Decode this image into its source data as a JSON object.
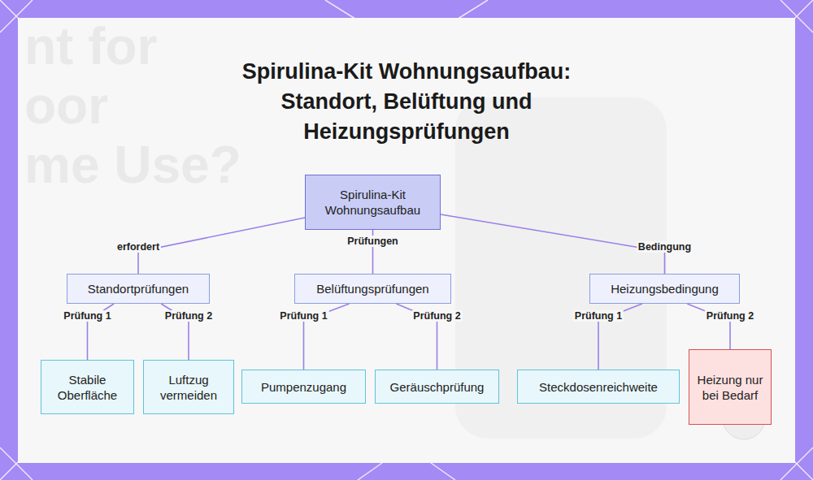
{
  "diagram": {
    "title": "Spirulina-Kit Wohnungsaufbau: Standort, Belüftung und Heizungsprüfungen",
    "nodes": [
      {
        "text": [
          "Spirulina-Kit Wohnungsaufbau"
        ]
      },
      {
        "text": [
          "Standortprüfungen"
        ]
      },
      {
        "text": [
          "Belüftungsprüfungen"
        ]
      },
      {
        "text": [
          "Heizungsbedingung"
        ]
      },
      {
        "text": [
          "Stabile Oberfläche"
        ]
      },
      {
        "text": [
          "Luftzug vermeiden"
        ]
      },
      {
        "text": [
          "Pumpenzugang"
        ]
      },
      {
        "text": [
          "Geräuschprüfung"
        ]
      },
      {
        "text": [
          "Steckdosenreichweite"
        ]
      },
      {
        "text": [
          "Heizung nur bei Bedarf"
        ]
      }
    ],
    "edges": [
      {
        "from": 0,
        "to": 1,
        "label": "erfordert",
        "arrow": "none"
      },
      {
        "from": 0,
        "to": 2,
        "label": "Prüfungen",
        "arrow": "none"
      },
      {
        "from": 0,
        "to": 3,
        "label": "Bedingung",
        "arrow": "none"
      },
      {
        "from": 1,
        "to": 4,
        "label": "Prüfung 1",
        "arrow": "none"
      },
      {
        "from": 1,
        "to": 5,
        "label": "Prüfung 2",
        "arrow": "none"
      },
      {
        "from": 2,
        "to": 6,
        "label": "Prüfung 1",
        "arrow": "none"
      },
      {
        "from": 2,
        "to": 7,
        "label": "Prüfung 2",
        "arrow": "none"
      },
      {
        "from": 3,
        "to": 8,
        "label": "Prüfung 1",
        "arrow": "none"
      },
      {
        "from": 3,
        "to": 9,
        "label": "Prüfung 2",
        "arrow": "none"
      }
    ],
    "labels": [
      "nt for",
      "oor",
      "me Use?"
    ]
  }
}
